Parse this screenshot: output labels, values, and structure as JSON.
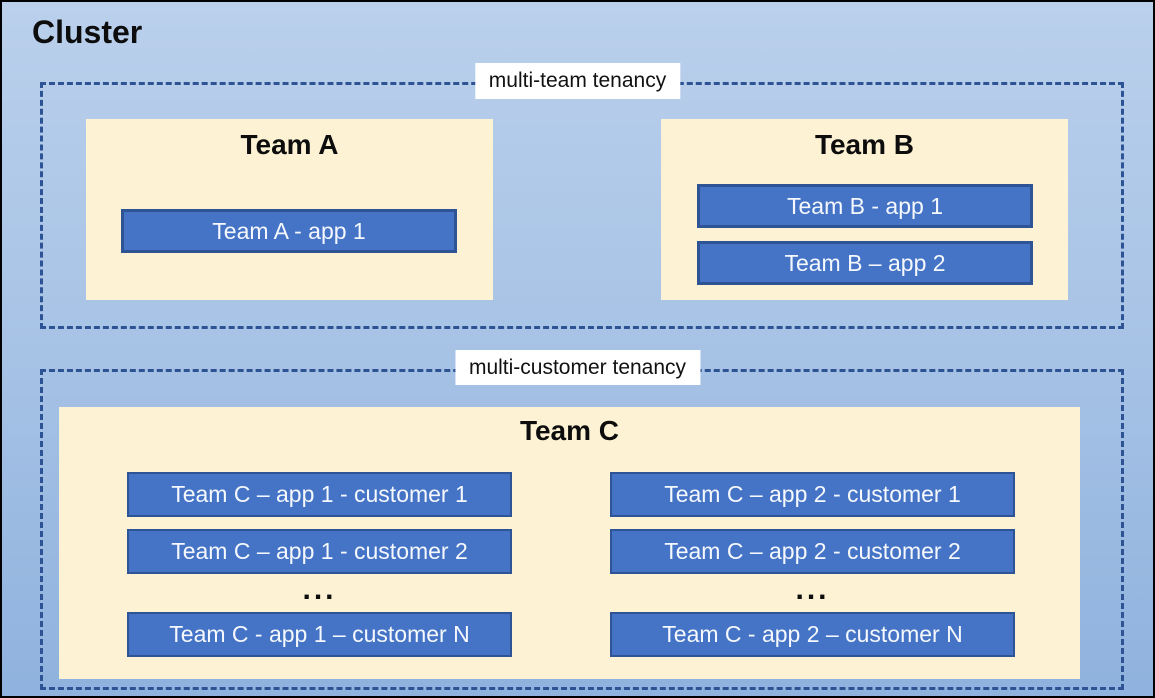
{
  "cluster": {
    "title": "Cluster"
  },
  "zones": [
    {
      "label": "multi-team tenancy",
      "teams": [
        {
          "name": "Team A",
          "apps": [
            "Team A - app 1"
          ]
        },
        {
          "name": "Team B",
          "apps": [
            "Team B - app 1",
            "Team B – app 2"
          ]
        }
      ]
    },
    {
      "label": "multi-customer tenancy",
      "teams": [
        {
          "name": "Team C",
          "columns": [
            {
              "apps": [
                "Team C – app 1 - customer 1",
                "Team C – app 1 - customer 2"
              ],
              "ellipsis": "...",
              "last": "Team C - app 1 – customer N"
            },
            {
              "apps": [
                "Team C – app 2 - customer 1",
                "Team C – app 2 - customer 2"
              ],
              "ellipsis": "...",
              "last": "Team C - app 2 – customer N"
            }
          ]
        }
      ]
    }
  ],
  "colors": {
    "background_top": "#bad0ec",
    "background_bottom": "#8fb2de",
    "dashed_border": "#2e5395",
    "team_box_fill": "#fdf2d3",
    "app_fill": "#4574c6",
    "app_border": "#2f5496",
    "app_text": "#f5f8fd",
    "label_fill": "#ffffff",
    "title_text": "#0d0d0d"
  }
}
